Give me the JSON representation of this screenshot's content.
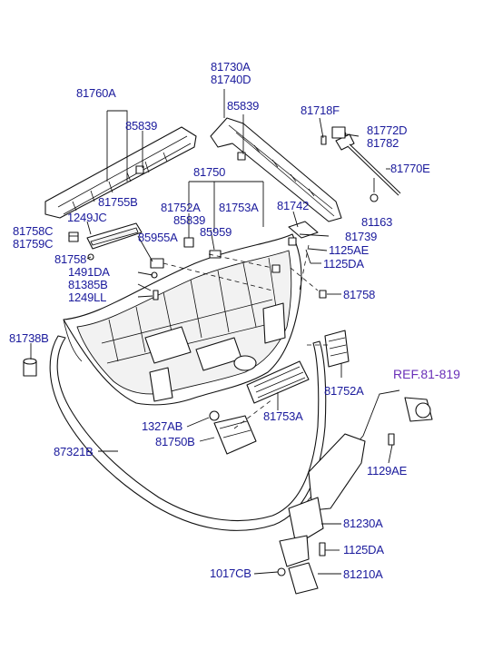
{
  "labels": {
    "l81760A": "81760A",
    "l85839a": "85839",
    "l81730A": "81730A",
    "l81740D": "81740D",
    "l85839b": "85839",
    "l81718F": "81718F",
    "l81772D": "81772D",
    "l81782": "81782",
    "l81770E": "81770E",
    "l81750": "81750",
    "l81755B": "81755B",
    "l81752A": "81752A",
    "l81753A": "81753A",
    "l81742": "81742",
    "l1249JC": "1249JC",
    "l81758C": "81758C",
    "l81759C": "81759C",
    "l85839c": "85839",
    "l85959": "85959",
    "l85955A": "85955A",
    "l81739": "81739",
    "l81163": "81163",
    "l1125AE": "1125AE",
    "l1125DA": "1125DA",
    "l81758a": "81758",
    "l1491DA": "1491DA",
    "l81385B": "81385B",
    "l1249LL": "1249LL",
    "l81758b": "81758",
    "l81738B": "81738B",
    "l81752A2": "81752A",
    "l81753A2": "81753A",
    "lref": "REF.81-819",
    "l1327AB": "1327AB",
    "l81750B": "81750B",
    "l87321B": "87321B",
    "l1129AE": "1129AE",
    "l81230A": "81230A",
    "l1125DA2": "1125DA",
    "l1017CB": "1017CB",
    "l81210A": "81210A"
  },
  "colors": {
    "label": "#1a1a9c",
    "reference": "#6a2fb8",
    "line": "#111111"
  }
}
